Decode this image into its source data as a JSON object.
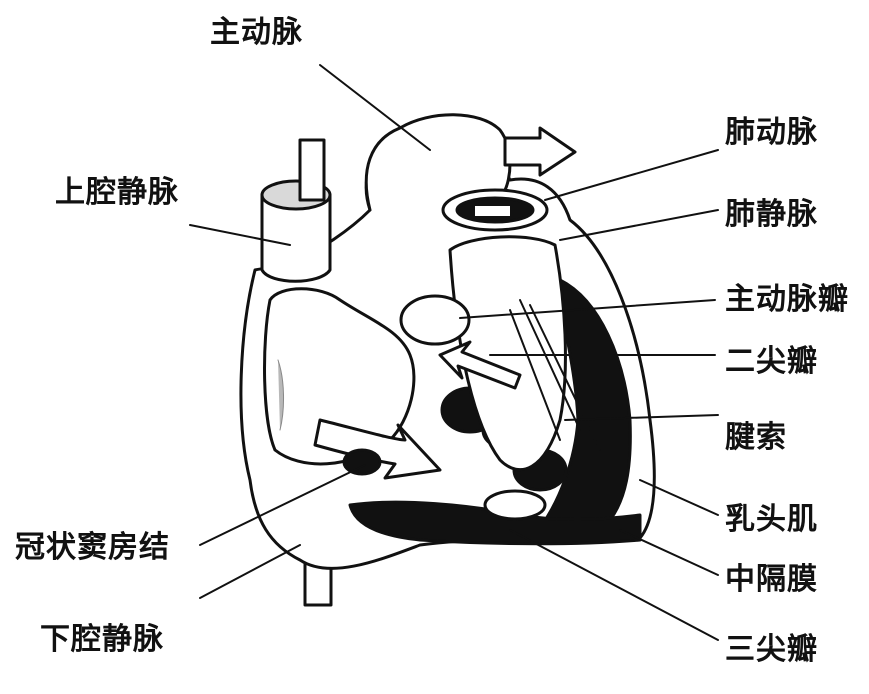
{
  "labels": {
    "aorta": "主动脉",
    "superior_vena_cava": "上腔静脉",
    "pulmonary_artery": "肺动脉",
    "pulmonary_vein": "肺静脉",
    "aortic_valve": "主动脉瓣",
    "mitral_valve": "二尖瓣",
    "chordae_tendineae": "腱索",
    "papillary_muscle": "乳头肌",
    "coronary_sinoatrial_node": "冠状窦房结",
    "septum": "中隔膜",
    "inferior_vena_cava": "下腔静脉",
    "tricuspid_valve": "三尖瓣"
  },
  "colors": {
    "ink": "#111111",
    "dark_muscle": "#1a1a1a",
    "stipple": "#b8b8b8",
    "paper": "#ffffff"
  }
}
